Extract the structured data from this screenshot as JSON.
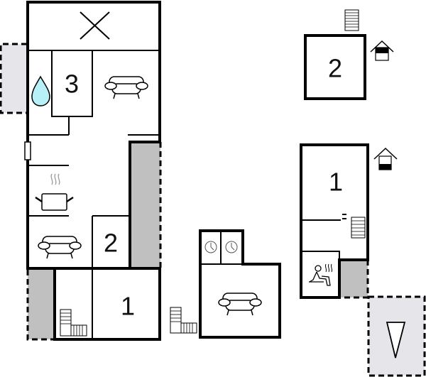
{
  "colors": {
    "wall": "#000000",
    "terrace_dark": "#c0c0c0",
    "terrace_light": "#e6e6ea",
    "water": "#b8f0f8",
    "steam": "#999999",
    "background": "#ffffff"
  },
  "main_building": {
    "bedrooms": [
      {
        "label": "3"
      },
      {
        "label": "2"
      },
      {
        "label": "1"
      }
    ]
  },
  "annex_top": {
    "bedroom": {
      "label": "2"
    }
  },
  "annex_right": {
    "bedroom": {
      "label": "1"
    }
  },
  "icons": [
    "void-cross-icon",
    "bathroom-water-drop-icon",
    "sofa-icon",
    "kitchen-pot-icon",
    "stairs-icon",
    "clock-icon",
    "outdoor-house-icon",
    "sauna-icon",
    "north-arrow-icon"
  ]
}
